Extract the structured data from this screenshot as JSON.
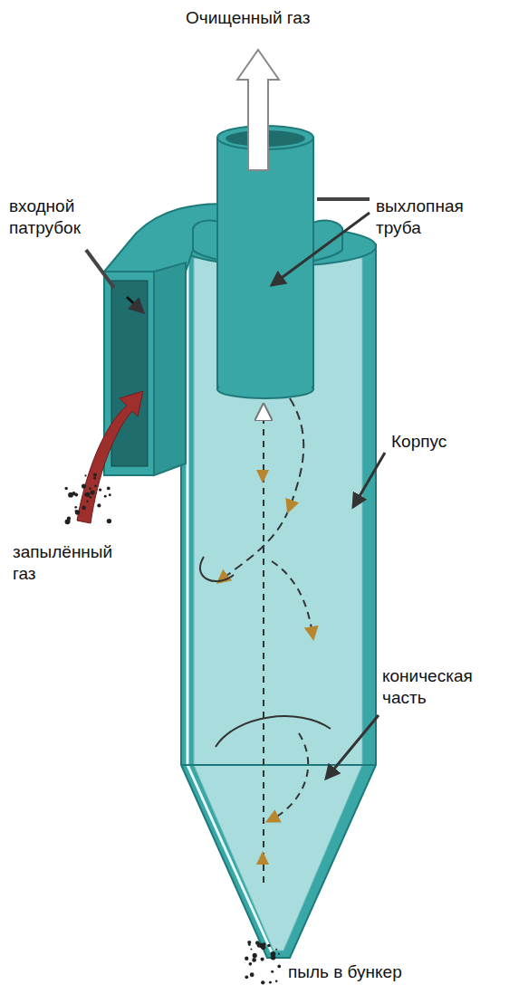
{
  "diagram": {
    "labels": [
      "Очищенный газ",
      "выхлопная труба",
      "входной патрубок",
      "Корпус",
      "запылённый газ",
      "коническая часть",
      "пыль в бункер"
    ]
  }
}
